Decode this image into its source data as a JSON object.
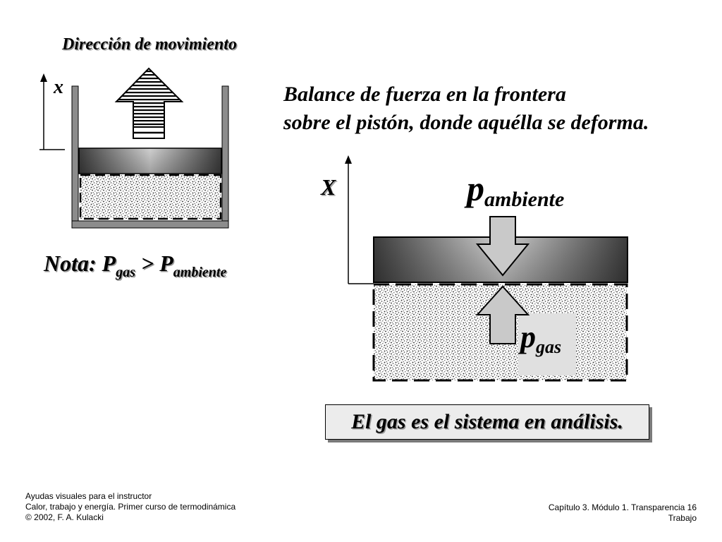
{
  "diagram": {
    "direction_label": "Dirección de movimiento",
    "axis_small": "x",
    "axis_big": "X",
    "balance_line1": "Balance de fuerza en la frontera",
    "balance_line2": "sobre el pistón, donde aquélla se deforma.",
    "p_ambiente": {
      "symbol": "p",
      "subscript": "ambiente"
    },
    "p_gas": {
      "symbol": "p",
      "subscript": "gas"
    },
    "note": {
      "prefix": "Nota:  P",
      "sub1": "gas",
      "middle": " > P",
      "sub2": "ambiente"
    },
    "system_caption": "El gas es el sistema en análisis."
  },
  "footer": {
    "left_line1": "Ayudas visuales para el instructor",
    "left_line2": "Calor, trabajo y energía. Primer curso de termodinámica",
    "left_line3": "© 2002, F. A. Kulacki",
    "right_line1": "Capítulo 3.  Módulo 1. Transparencia 16",
    "right_line2": "Trabajo"
  },
  "colors": {
    "piston_light": "#f4f4f4",
    "piston_dark": "#4a4a4a",
    "cylinder_wall": "#8c8c8c",
    "gas_fill": "#ffffff",
    "arrow_fill": "#c9c9c9",
    "label_box": "#e0e0e0"
  }
}
